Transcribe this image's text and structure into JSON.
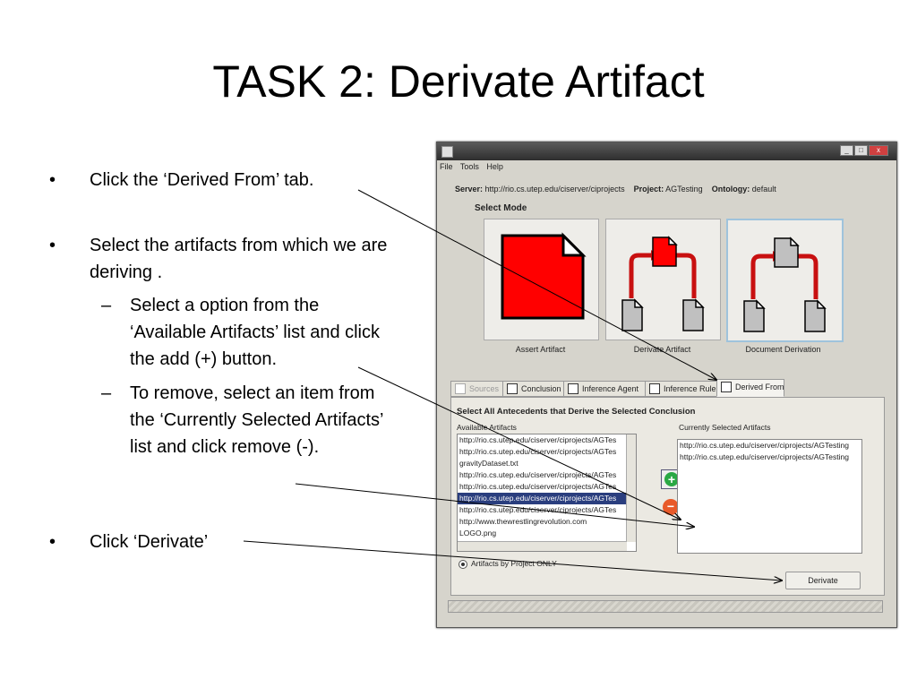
{
  "slide": {
    "title": "TASK 2: Derivate Artifact",
    "bullets": [
      {
        "dot": "•",
        "text": "Click the ‘Derived From’ tab."
      },
      {
        "dot": "•",
        "text": "Select the artifacts from which we are deriving ."
      },
      {
        "dot": "–",
        "text": "Select a option from the ‘Available Artifacts’ list and click the add (+) button."
      },
      {
        "dot": "–",
        "text": "To remove, select an item from the ‘Currently Selected Artifacts’ list and click remove (-)."
      },
      {
        "dot": "•",
        "text": "Click ‘Derivate’"
      }
    ]
  },
  "window": {
    "menu": [
      "File",
      "Tools",
      "Help"
    ],
    "server_label": "Server:",
    "server_value": "http://rio.cs.utep.edu/ciserver/ciprojects",
    "project_label": "Project:",
    "project_value": "AGTesting",
    "ontology_label": "Ontology:",
    "ontology_value": "default",
    "select_mode": "Select Mode",
    "modes": [
      "Assert Artifact",
      "Derivate Artifact",
      "Document Derivation"
    ],
    "tabs": [
      "Sources",
      "Conclusion",
      "Inference Agent",
      "Inference Rule",
      "Derived From"
    ],
    "panel_title": "Select All Antecedents that Derive the Selected Conclusion",
    "available_label": "Available Artifacts",
    "selected_label": "Currently Selected Artifacts",
    "available_items": [
      "http://rio.cs.utep.edu/ciserver/ciprojects/AGTes",
      "http://rio.cs.utep.edu/ciserver/ciprojects/AGTes",
      "gravityDataset.txt",
      "http://rio.cs.utep.edu/ciserver/ciprojects/AGTes",
      "http://rio.cs.utep.edu/ciserver/ciprojects/AGTes",
      "http://rio.cs.utep.edu/ciserver/ciprojects/AGTes",
      "http://rio.cs.utep.edu/ciserver/ciprojects/AGTes",
      "http://www.thewrestlingrevolution.com",
      "LOGO.png"
    ],
    "selected_items": [
      "http://rio.cs.utep.edu/ciserver/ciprojects/AGTesting",
      "http://rio.cs.utep.edu/ciserver/ciprojects/AGTesting"
    ],
    "add_symbol": "+",
    "remove_symbol": "−",
    "radio_label": "Artifacts by Project ONLY",
    "derivate_button": "Derivate",
    "win_buttons": [
      "_",
      "□",
      "x"
    ]
  },
  "colors": {
    "doc_red": "#ff0000",
    "doc_grey": "#c0c0c0",
    "arrow_red": "#c81010",
    "selection": "#2a3e7e"
  }
}
